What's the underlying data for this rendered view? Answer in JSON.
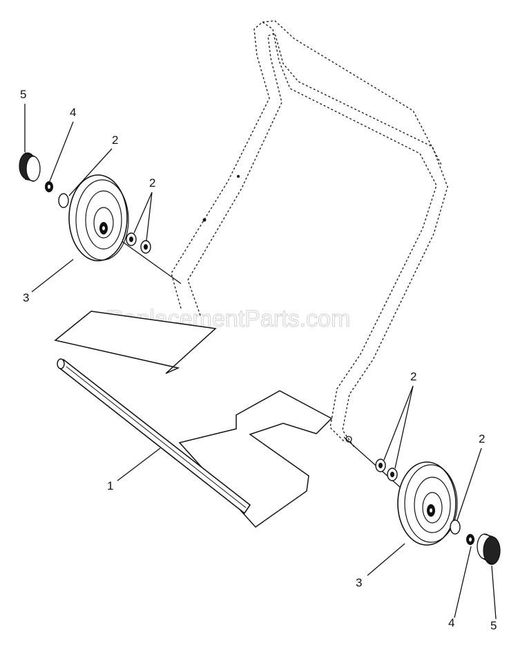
{
  "watermark": "eReplacementParts.com",
  "callouts": {
    "part_1": "1",
    "part_2_upper_small": "2",
    "part_2_upper_pair": "2",
    "part_2_lower_pair": "2",
    "part_2_lower_small": "2",
    "part_3_left": "3",
    "part_3_right": "3",
    "part_4_top": "4",
    "part_4_bottom": "4",
    "part_5_top": "5",
    "part_5_bottom": "5"
  }
}
